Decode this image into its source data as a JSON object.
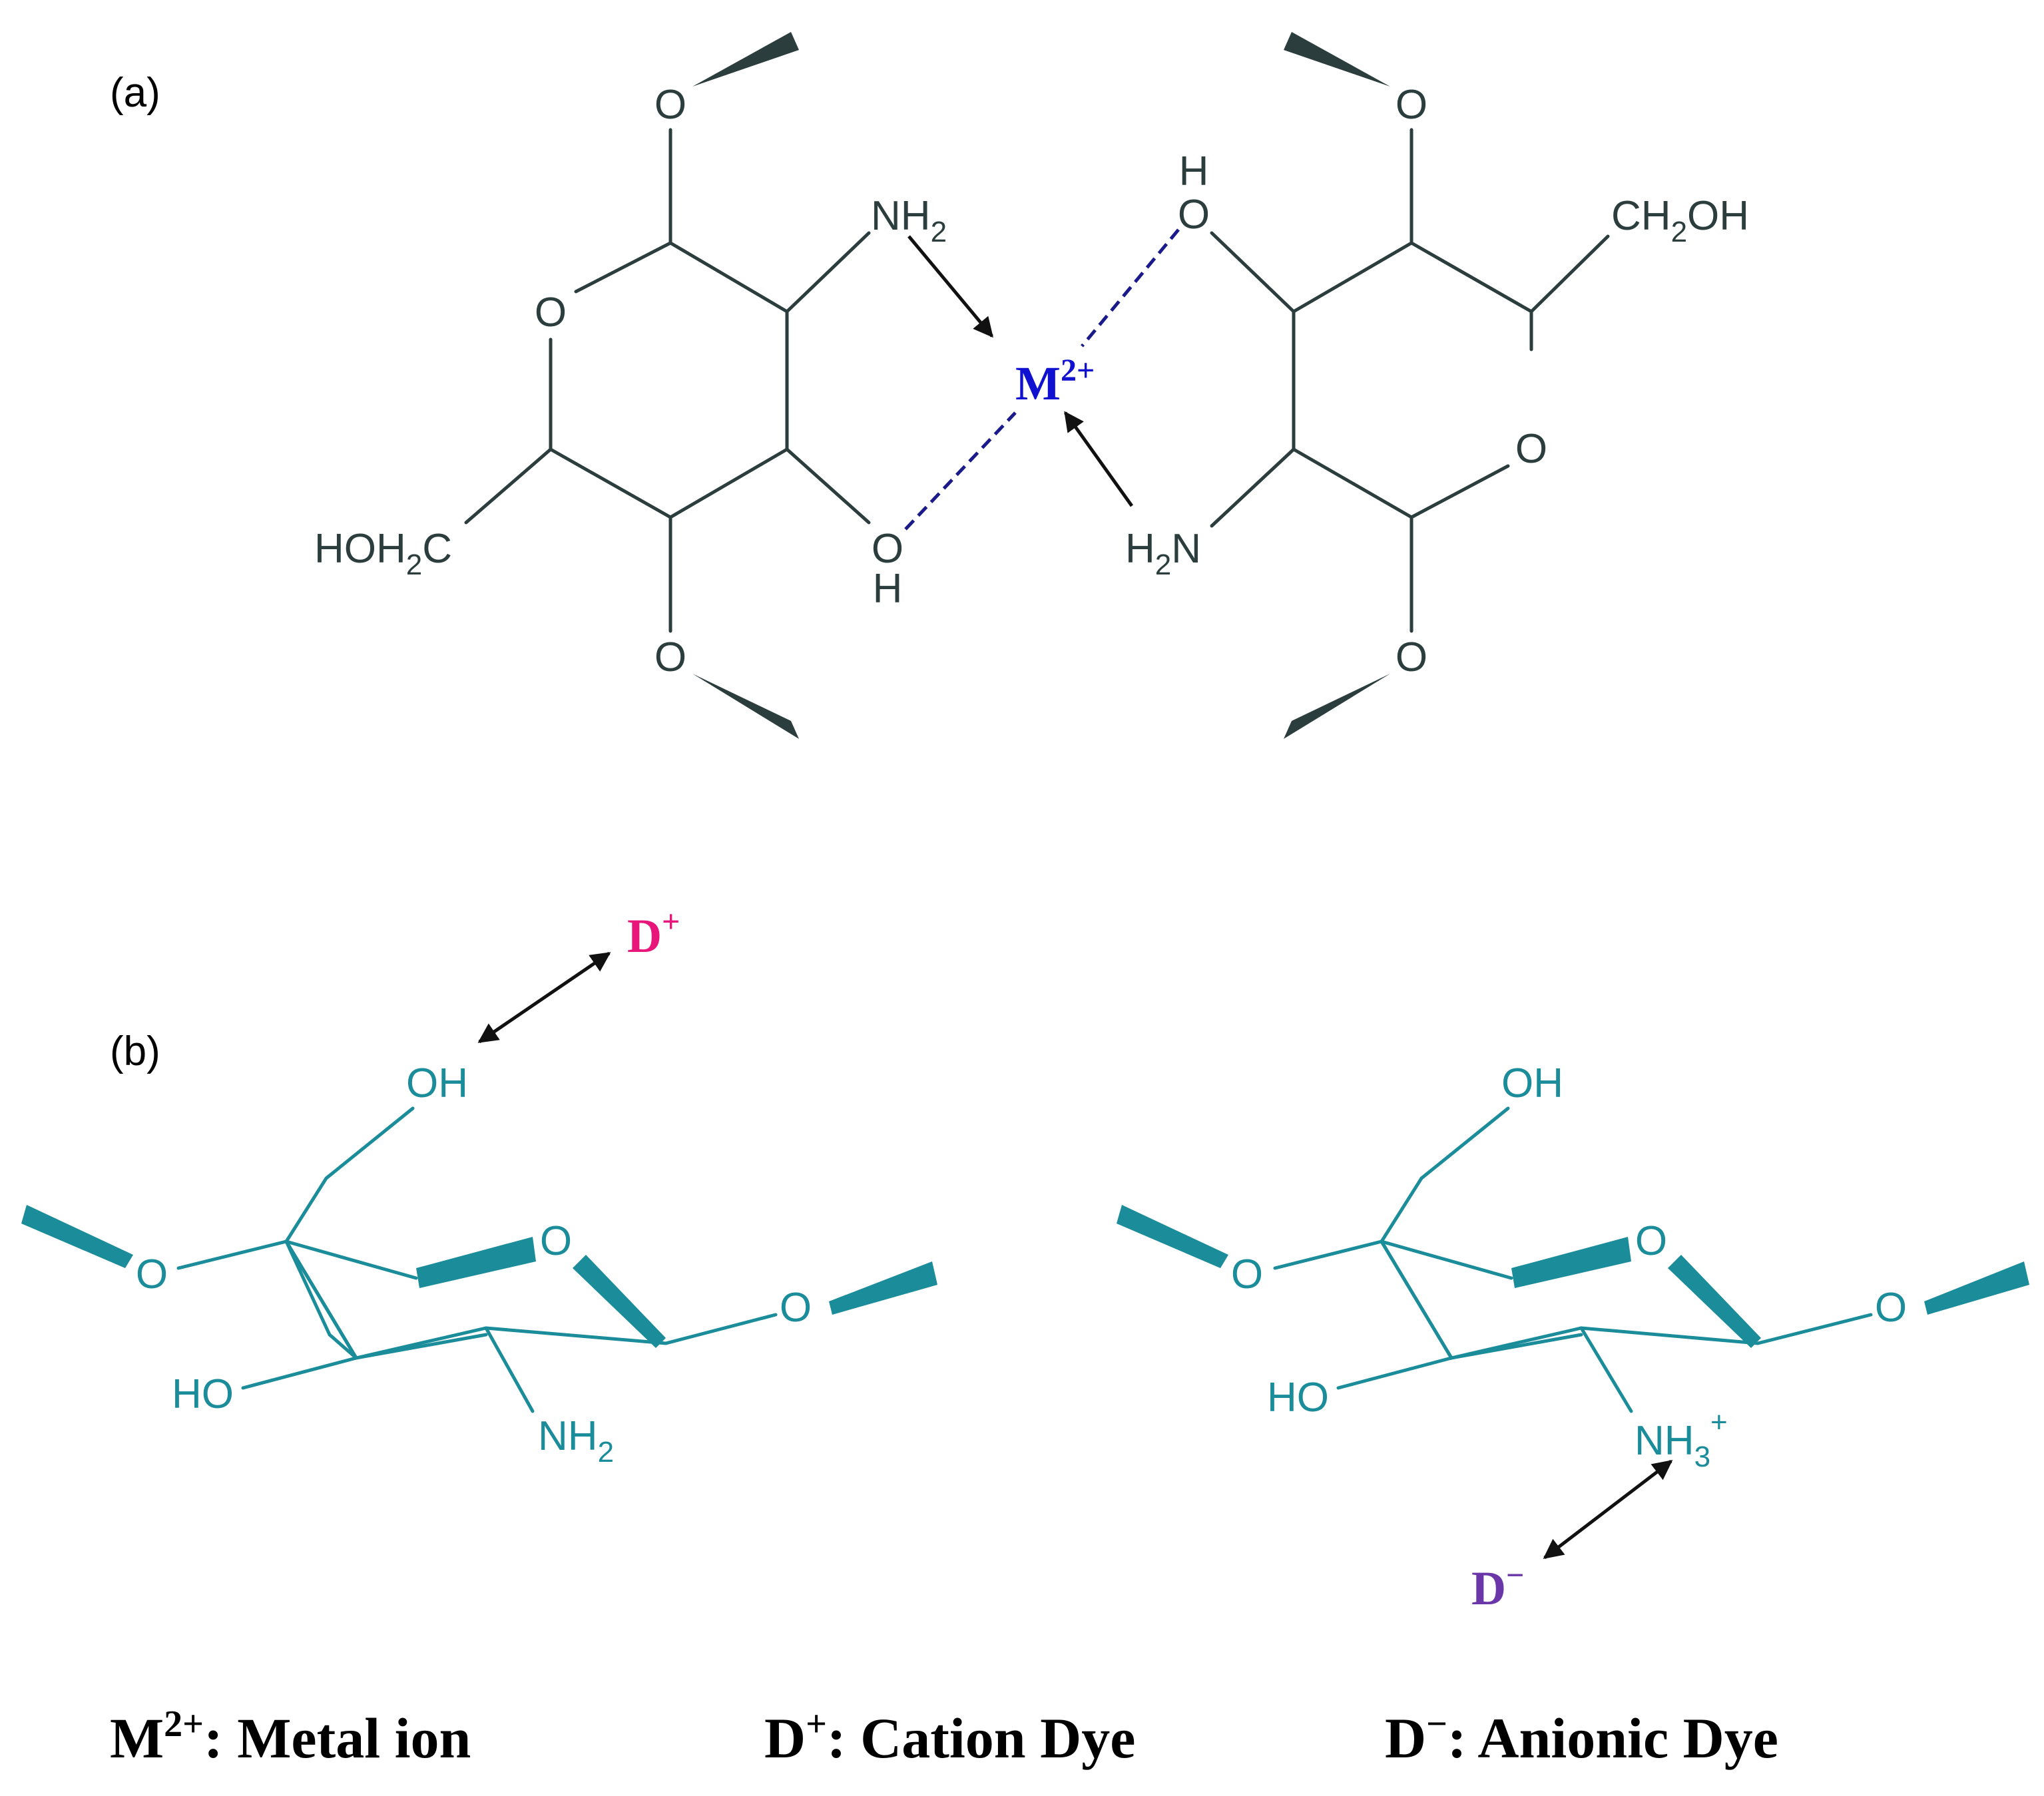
{
  "colors": {
    "skeleton_a": "#2b3d3d",
    "skeleton_b": "#1b8c9a",
    "metal_ion": "#1010d0",
    "cation_dye": "#e8157a",
    "anionic_dye": "#6a36a8",
    "arrow": "#111111",
    "coordination_bond": "#1a1a8a"
  },
  "panel_a": {
    "label": "(a)",
    "left_unit": {
      "o_top": "O",
      "o_ring": "O",
      "o_bottom": "O",
      "nh2": "NH",
      "nh2_sub": "2",
      "oh_o": "O",
      "oh_h": "H",
      "ch2oh_a": "HOH",
      "ch2oh_sub": "2",
      "ch2oh_b": "C"
    },
    "right_unit": {
      "o_top": "O",
      "o_ring": "O",
      "o_bottom": "O",
      "oh_h": "H",
      "oh_o": "O",
      "ch2oh_a": "CH",
      "ch2oh_sub": "2",
      "ch2oh_b": "OH",
      "h2n_a": "H",
      "h2n_sub": "2",
      "h2n_b": "N"
    },
    "metal": {
      "symbol": "M",
      "charge": "2+"
    }
  },
  "panel_b": {
    "label": "(b)",
    "left_unit": {
      "oh_top": "OH",
      "o_ring": "O",
      "o_left": "O",
      "o_right": "O",
      "ho": "HO",
      "nh2": "NH",
      "nh2_sub": "2"
    },
    "right_unit": {
      "oh_top": "OH",
      "o_ring": "O",
      "o_left": "O",
      "o_right": "O",
      "ho": "HO",
      "nh3": "NH",
      "nh3_sub": "3",
      "nh3_charge": "+"
    },
    "cation_dye": {
      "symbol": "D",
      "charge": "+"
    },
    "anionic_dye": {
      "symbol": "D",
      "charge": "−"
    }
  },
  "legend": [
    {
      "symbol": "M",
      "sup": "2+",
      "text": ": Metal ion"
    },
    {
      "symbol": "D",
      "sup": "+",
      "text": ": Cation Dye"
    },
    {
      "symbol": "D",
      "sup": "−",
      "text": ": Anionic Dye"
    }
  ]
}
